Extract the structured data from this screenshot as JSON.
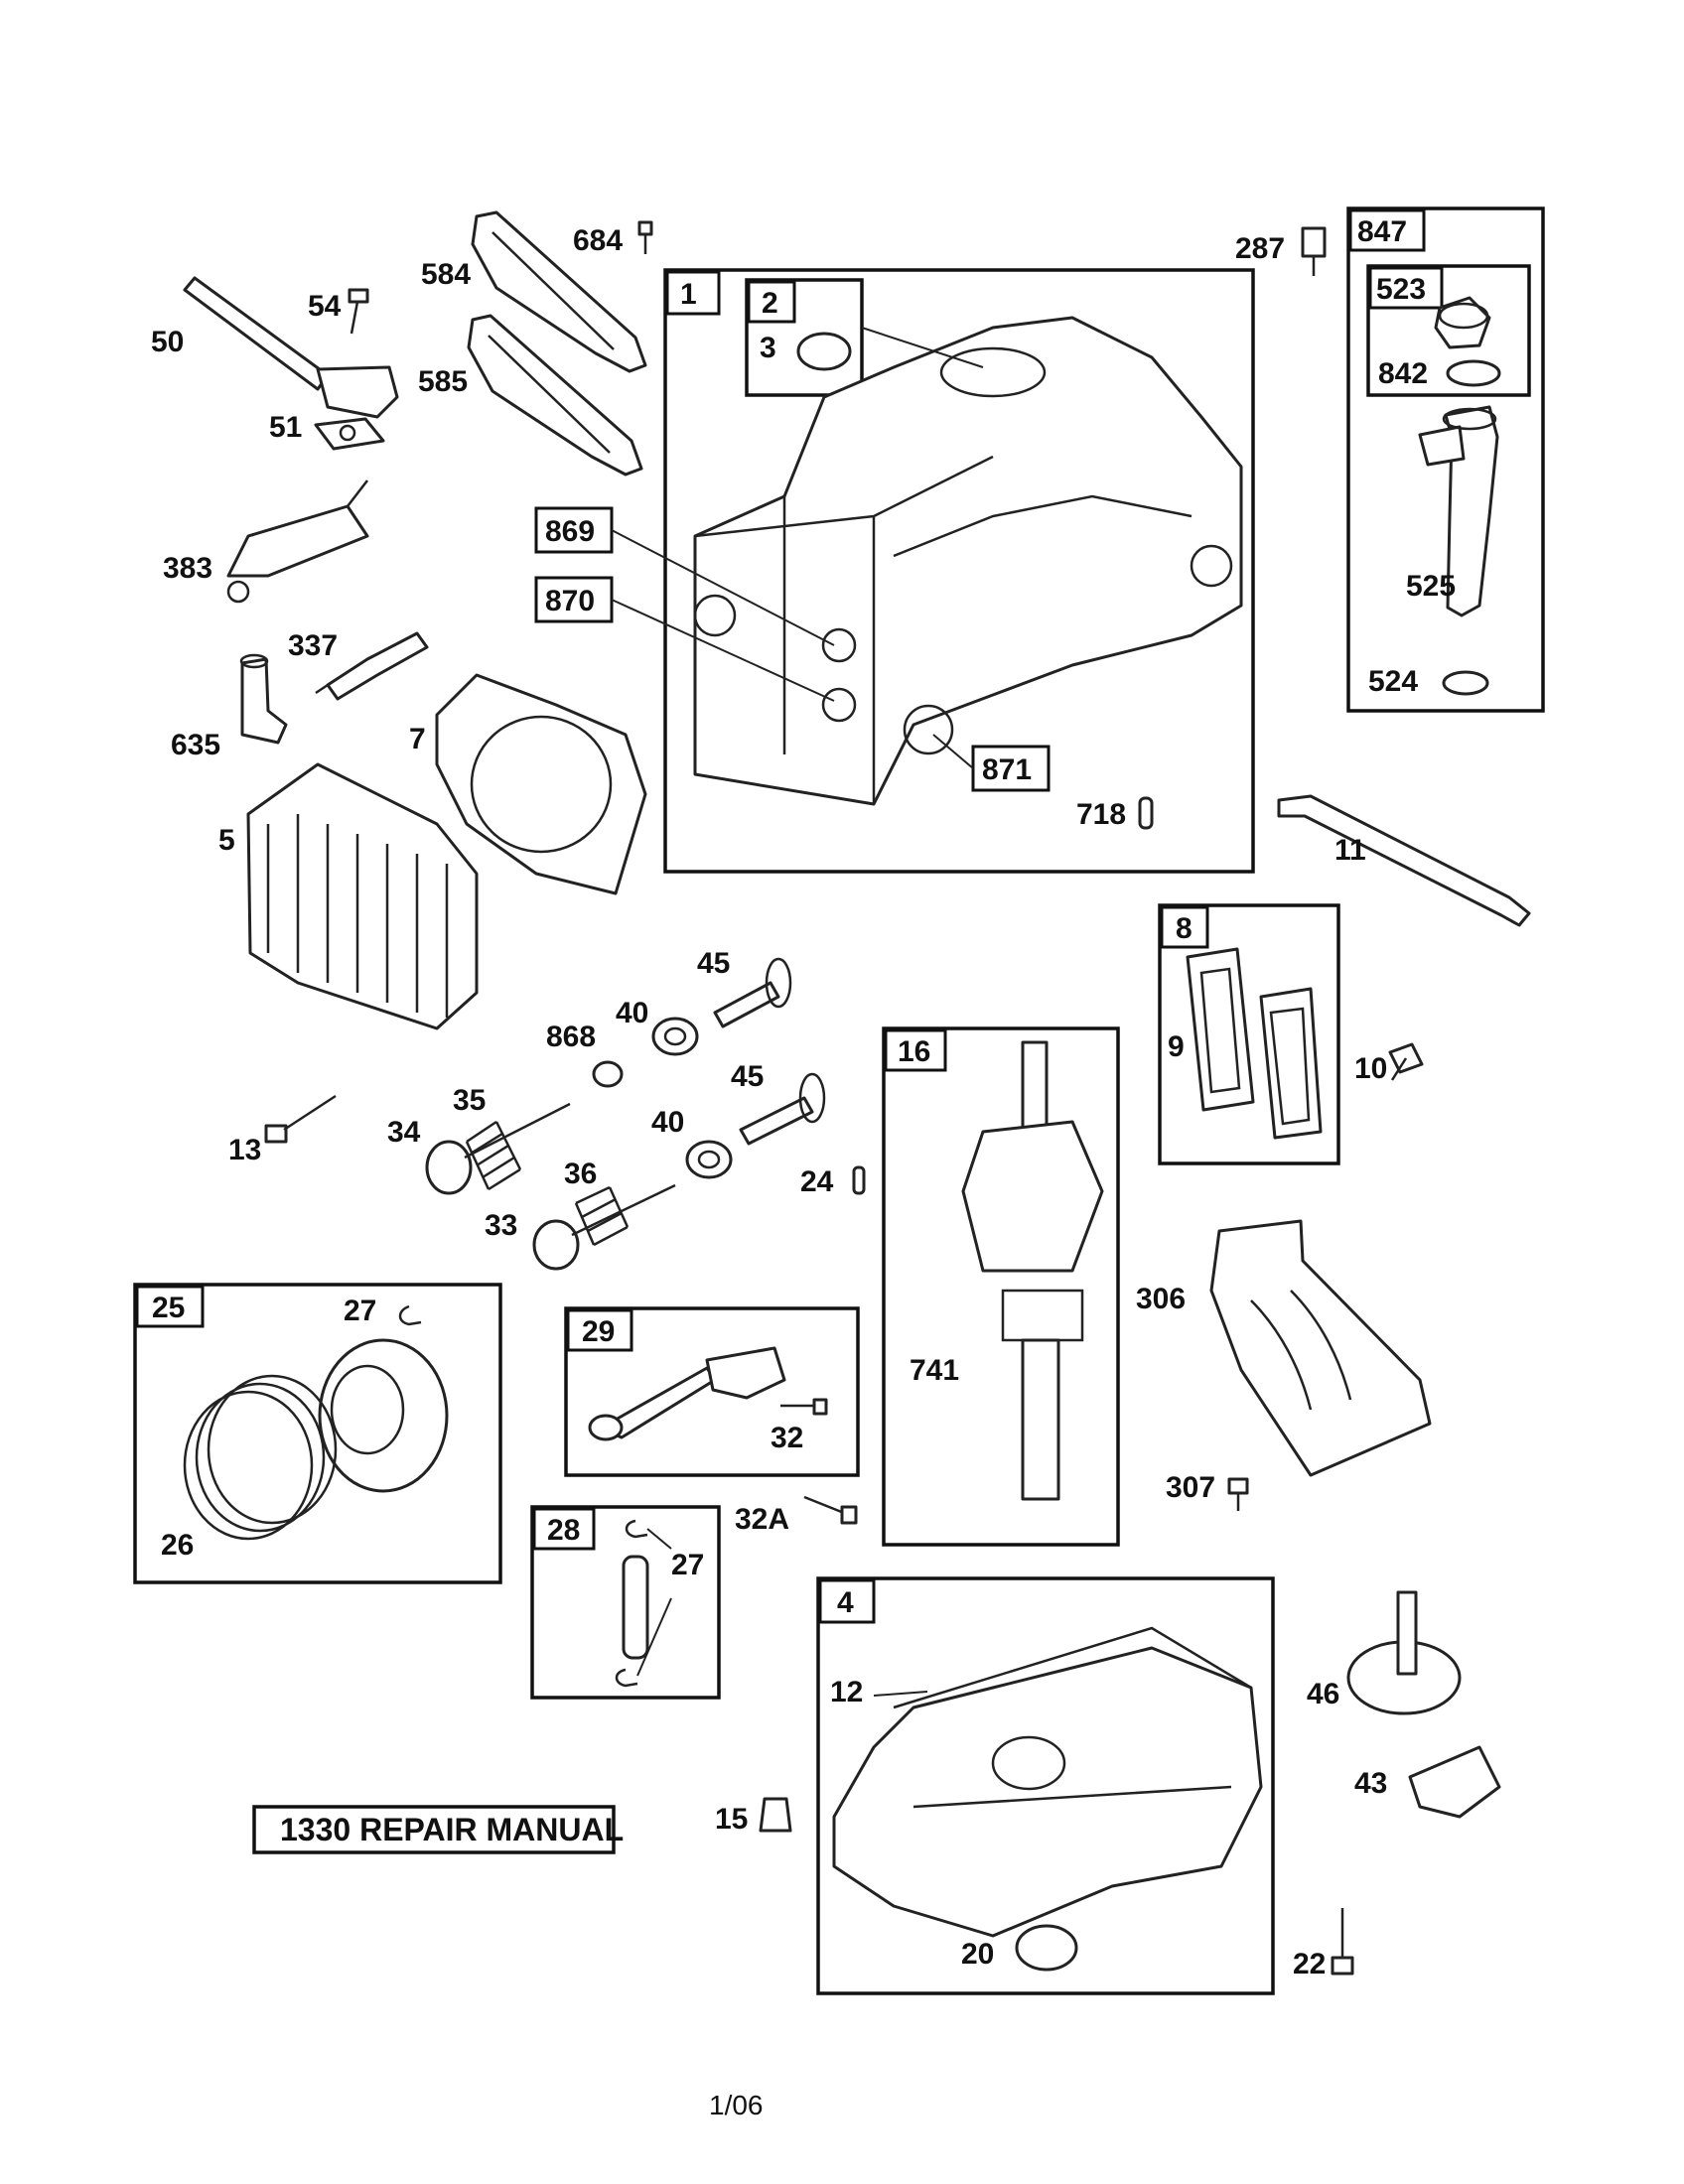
{
  "boxes": [
    {
      "id": "1"
    },
    {
      "id": "2"
    },
    {
      "id": "847"
    },
    {
      "id": "523"
    },
    {
      "id": "869"
    },
    {
      "id": "870"
    },
    {
      "id": "871"
    },
    {
      "id": "8"
    },
    {
      "id": "16"
    },
    {
      "id": "25"
    },
    {
      "id": "29"
    },
    {
      "id": "28"
    },
    {
      "id": "4"
    }
  ],
  "labels": {
    "l684": "684",
    "l584": "584",
    "l585": "585",
    "l54": "54",
    "l50": "50",
    "l51": "51",
    "l383": "383",
    "l337": "337",
    "l635": "635",
    "l7": "7",
    "l5": "5",
    "l3": "3",
    "l287": "287",
    "l842": "842",
    "l525": "525",
    "l524": "524",
    "l718": "718",
    "l11": "11",
    "l9": "9",
    "l10": "10",
    "l45a": "45",
    "l40a": "40",
    "l868": "868",
    "l45b": "45",
    "l40b": "40",
    "l35": "35",
    "l34": "34",
    "l13": "13",
    "l36": "36",
    "l33": "33",
    "l24": "24",
    "l741": "741",
    "l306": "306",
    "l307": "307",
    "l27a": "27",
    "l26": "26",
    "l32": "32",
    "l32a": "32A",
    "l27b": "27",
    "l12": "12",
    "l15": "15",
    "l20": "20",
    "l46": "46",
    "l43": "43",
    "l22": "22"
  },
  "manual_label": "1330 REPAIR MANUAL",
  "footer": "1/06"
}
